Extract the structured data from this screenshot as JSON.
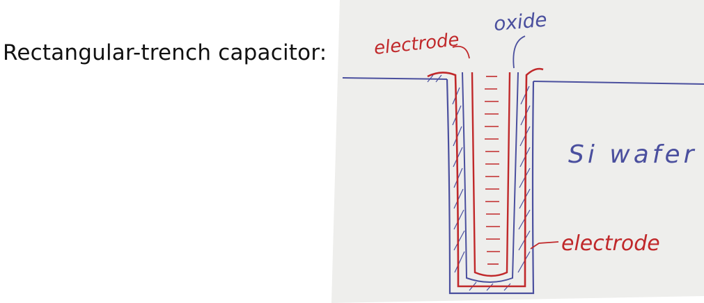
{
  "heading": "Rectangular-trench capacitor:",
  "sketch": {
    "labels": {
      "electrode_top": "electrode",
      "oxide": "oxide",
      "wafer": "Si wafer",
      "electrode_bottom": "electrode"
    },
    "colors": {
      "paper": "#eeeeec",
      "blue_ink": "#4a4f9e",
      "red_ink": "#c0282a"
    }
  }
}
